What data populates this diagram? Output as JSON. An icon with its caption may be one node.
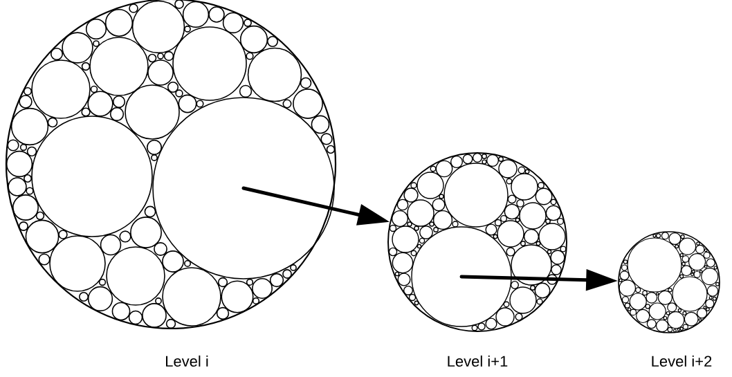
{
  "diagram": {
    "nodes": [
      {
        "text": [],
        "shape": "circle",
        "beside": [
          "Level  i"
        ]
      },
      {
        "text": [],
        "shape": "circle",
        "in": 0
      },
      {
        "text": [],
        "shape": "circle",
        "beside": [
          "Level  i+1"
        ]
      },
      {
        "text": [],
        "shape": "circle",
        "in": 2
      },
      {
        "text": [],
        "shape": "circle",
        "beside": [
          "Level  i+2"
        ]
      }
    ],
    "edges": [
      {
        "from": 1,
        "to": 2,
        "arrow": "to"
      },
      {
        "from": 3,
        "to": 4,
        "arrow": "to"
      }
    ]
  }
}
